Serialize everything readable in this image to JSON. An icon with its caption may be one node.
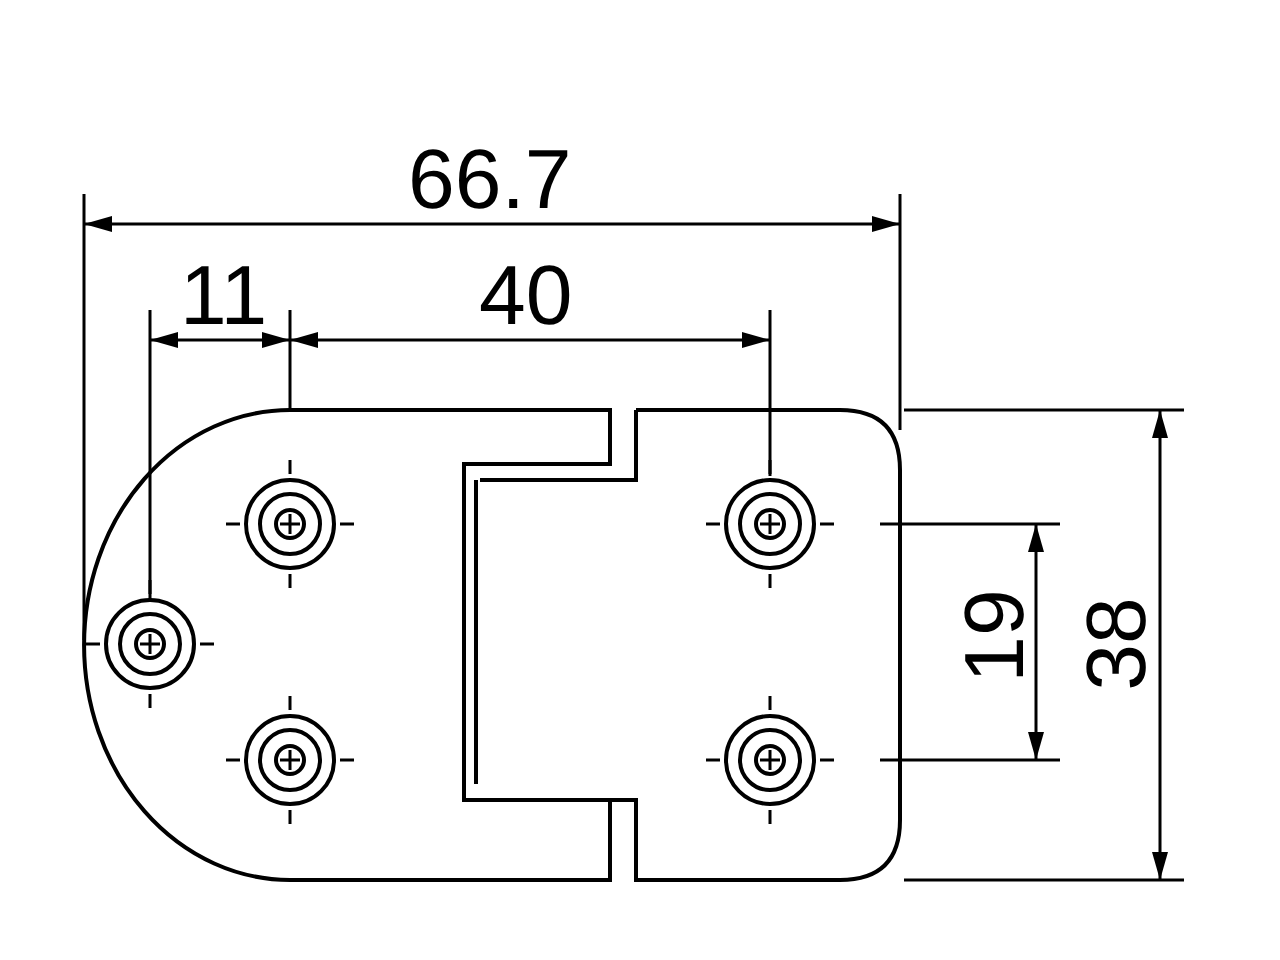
{
  "diagram": {
    "labels": [
      "66.7",
      "11",
      "40",
      "19",
      "38"
    ]
  }
}
